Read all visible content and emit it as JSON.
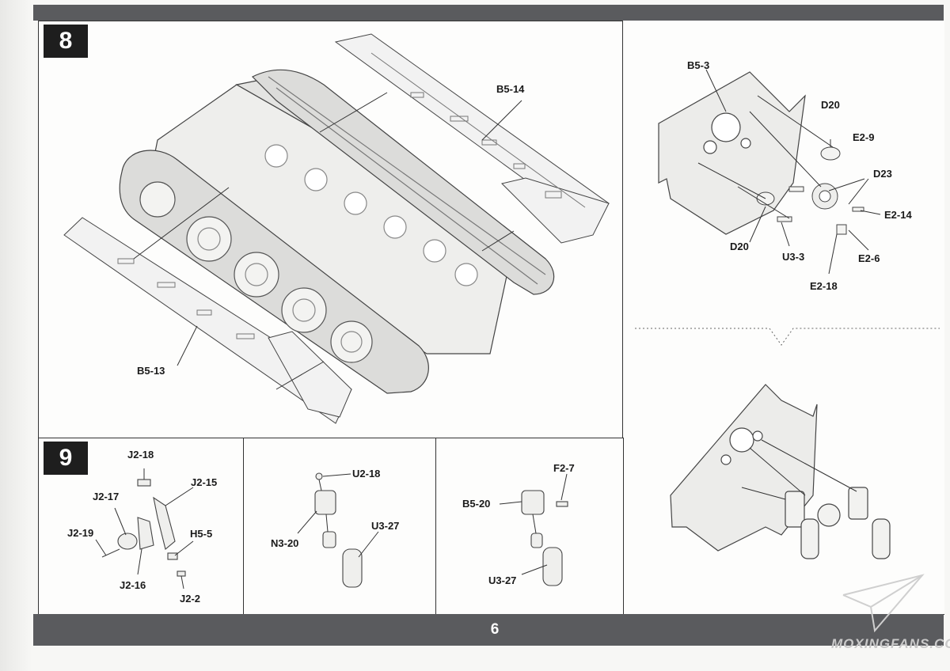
{
  "page": {
    "number": "6",
    "watermark": "MOXINGFANS.COM"
  },
  "step8": {
    "badge": "8",
    "labels": {
      "b5_14": "B5-14",
      "b5_13": "B5-13"
    },
    "detail_labels": {
      "b5_3": "B5-3",
      "d20_top": "D20",
      "e2_9": "E2-9",
      "d23": "D23",
      "e2_14": "E2-14",
      "e2_6": "E2-6",
      "e2_18": "E2-18",
      "d20_bottom": "D20",
      "u3_3": "U3-3"
    }
  },
  "step9": {
    "badge": "9",
    "panel_a": {
      "j2_18": "J2-18",
      "j2_15": "J2-15",
      "j2_17": "J2-17",
      "j2_19": "J2-19",
      "h5_5": "H5-5",
      "j2_16": "J2-16",
      "j2_2": "J2-2"
    },
    "panel_b": {
      "u2_18": "U2-18",
      "n3_20": "N3-20",
      "u3_27": "U3-27"
    },
    "panel_c": {
      "f2_7": "F2-7",
      "b5_20": "B5-20",
      "u3_27": "U3-27"
    }
  }
}
